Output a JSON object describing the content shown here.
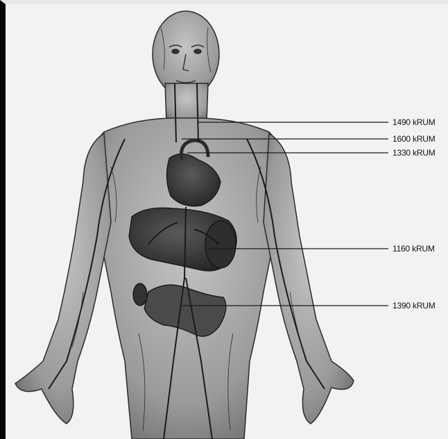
{
  "annotations": [
    {
      "text": "1490 kRUM"
    },
    {
      "text": "1600 kRUM"
    },
    {
      "text": "1330 kRUM"
    },
    {
      "text": "1160 kRUM"
    },
    {
      "text": "1390 kRUM"
    }
  ],
  "colors": {
    "background": "#f2f2f2",
    "skin": "#a9a9a9",
    "skin_dark": "#555555",
    "organ": "#3e3e3e",
    "vessel": "#1a1a1a",
    "leader_line": "#1a1a1a"
  }
}
